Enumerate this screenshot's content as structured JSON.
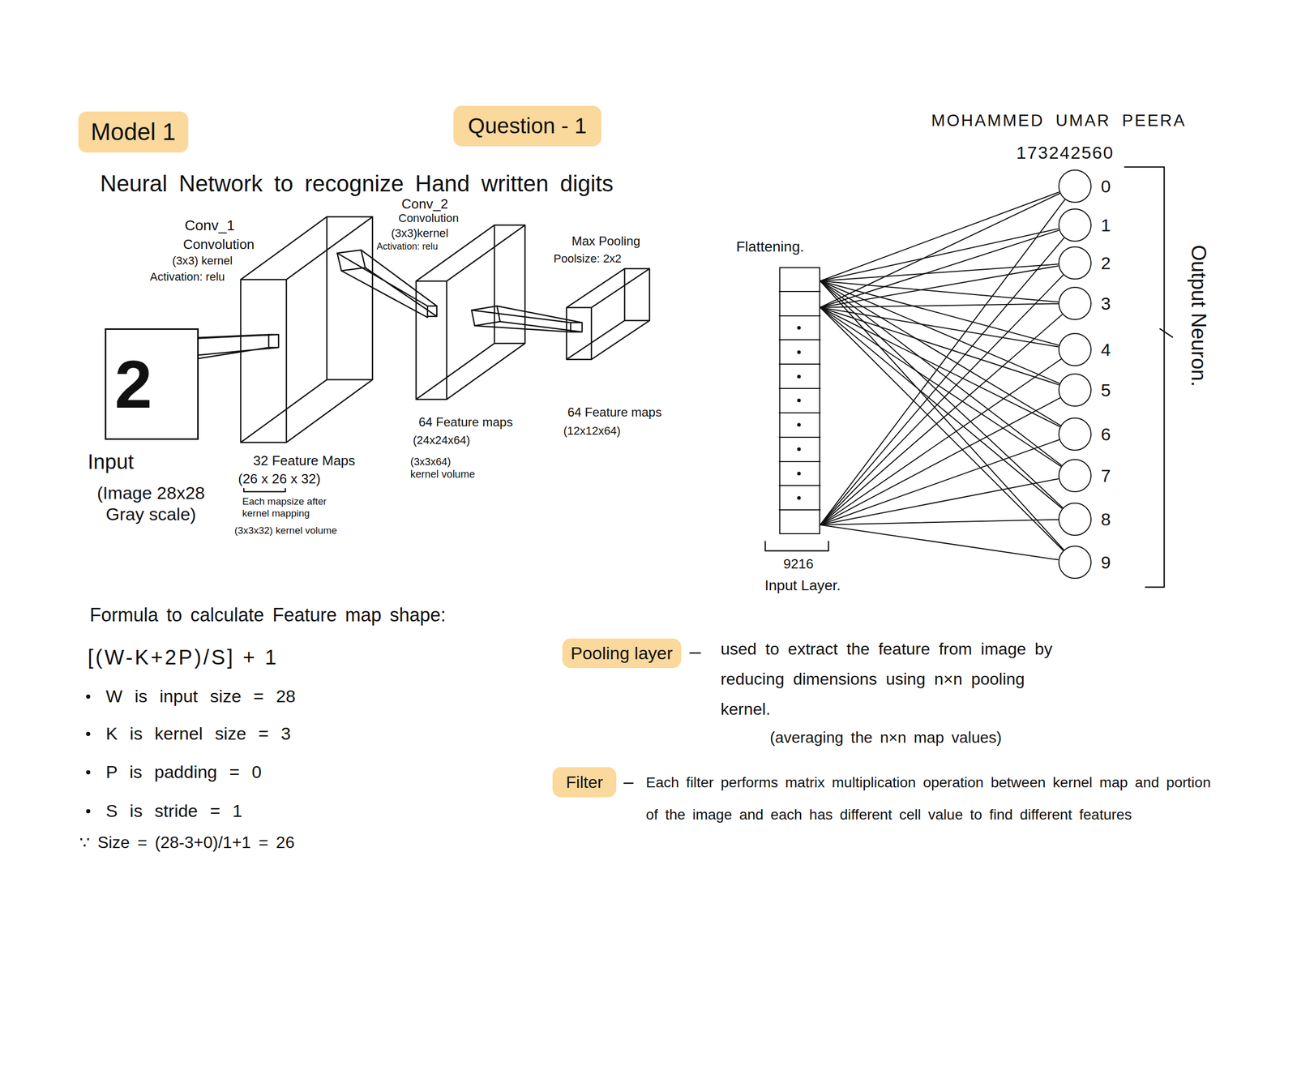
{
  "diagram": {
    "title": "Neural Network to recognize Hand written digits",
    "nodes": [
      {
        "text": [
          "Model 1"
        ]
      },
      {
        "text": [
          "Question - 1"
        ]
      },
      {
        "text": [
          "2"
        ]
      },
      {
        "text": [
          "Flattening.",
          "9216",
          "Input Layer."
        ]
      },
      {
        "text": [
          "0"
        ]
      },
      {
        "text": [
          "1"
        ]
      },
      {
        "text": [
          "2"
        ]
      },
      {
        "text": [
          "3"
        ]
      },
      {
        "text": [
          "4"
        ]
      },
      {
        "text": [
          "5"
        ]
      },
      {
        "text": [
          "6"
        ]
      },
      {
        "text": [
          "7"
        ]
      },
      {
        "text": [
          "8"
        ]
      },
      {
        "text": [
          "9"
        ]
      },
      {
        "text": [
          "Pooling layer"
        ]
      },
      {
        "text": [
          "Filter"
        ]
      }
    ],
    "edges": [
      {
        "from": 3,
        "to": 4,
        "arrow": "none"
      },
      {
        "from": 3,
        "to": 5,
        "arrow": "none"
      },
      {
        "from": 3,
        "to": 6,
        "arrow": "none"
      },
      {
        "from": 3,
        "to": 7,
        "arrow": "none"
      },
      {
        "from": 3,
        "to": 8,
        "arrow": "none"
      },
      {
        "from": 3,
        "to": 9,
        "arrow": "none"
      },
      {
        "from": 3,
        "to": 10,
        "arrow": "none"
      },
      {
        "from": 3,
        "to": 11,
        "arrow": "none"
      },
      {
        "from": 3,
        "to": 12,
        "arrow": "none"
      },
      {
        "from": 3,
        "to": 13,
        "arrow": "none"
      }
    ],
    "labels": [
      "MOHAMMED UMAR PEERA",
      "173242560",
      "Conv_1",
      "Convolution",
      "(3x3) kernel",
      "Activation: relu",
      "Conv_2",
      "Convolution",
      "(3x3)kernel",
      "Activation: relu",
      "Max Pooling",
      "Poolsize: 2x2",
      "Input",
      "(Image 28x28 Gray scale)",
      "32 Feature Maps",
      "(26 x 26 x 32)",
      "Each mapsize after kernel mapping",
      "(3x3x32) kernel volume",
      "64 Feature maps",
      "(24x24x64)",
      "(3x3x64) kernel volume",
      "64 Feature maps",
      "(12x12x64)",
      "Output Neuron.",
      "Formula to calculate Feature map shape:",
      "[(W-K+2P)/S] + 1",
      "W is input size = 28",
      "K is kernel size = 3",
      "P is padding = 0",
      "S is stride = 1",
      "∵ Size = (28-3+0)/1+1 = 26",
      "used to extract the feature from image by reducing dimensions using n×n pooling kernel.",
      "(averaging the n×n map values)",
      "Each filter performs matrix multiplication operation between kernel map and portion of the image and each has different cell value to find different features"
    ]
  }
}
